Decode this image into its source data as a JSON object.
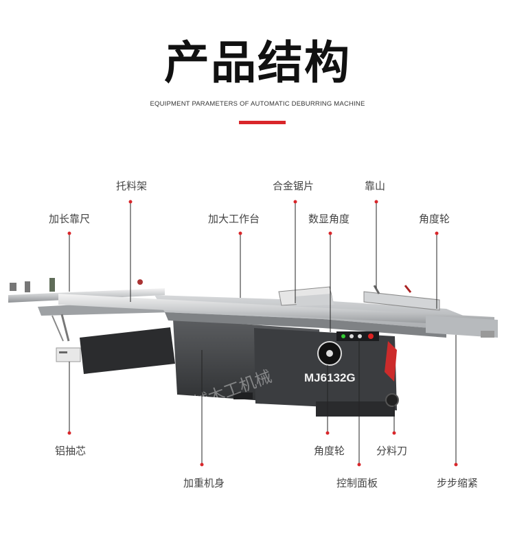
{
  "header": {
    "title": "产品结构",
    "subtitle": "EQUIPMENT PARAMETERS OF AUTOMATIC DEBURRING MACHINE",
    "accent_color": "#d9262a"
  },
  "machine": {
    "model": "MJ6132G",
    "watermark": "超越木工机械"
  },
  "labels": {
    "tuoliaojia": "托料架",
    "hejinjupian": "合金锯片",
    "kaoshan": "靠山",
    "jiachangkaochi": "加长靠尺",
    "jiadagongzuotai": "加大工作台",
    "shuxianjiaodu": "数显角度",
    "jiaodulun_top": "角度轮",
    "lvchouxin": "铝抽芯",
    "jiaodulun_bottom": "角度轮",
    "fenliaodao": "分料刀",
    "jiazhongjishen": "加重机身",
    "kongzhimianban": "控制面板",
    "bubusuojin": "步步缩紧"
  }
}
